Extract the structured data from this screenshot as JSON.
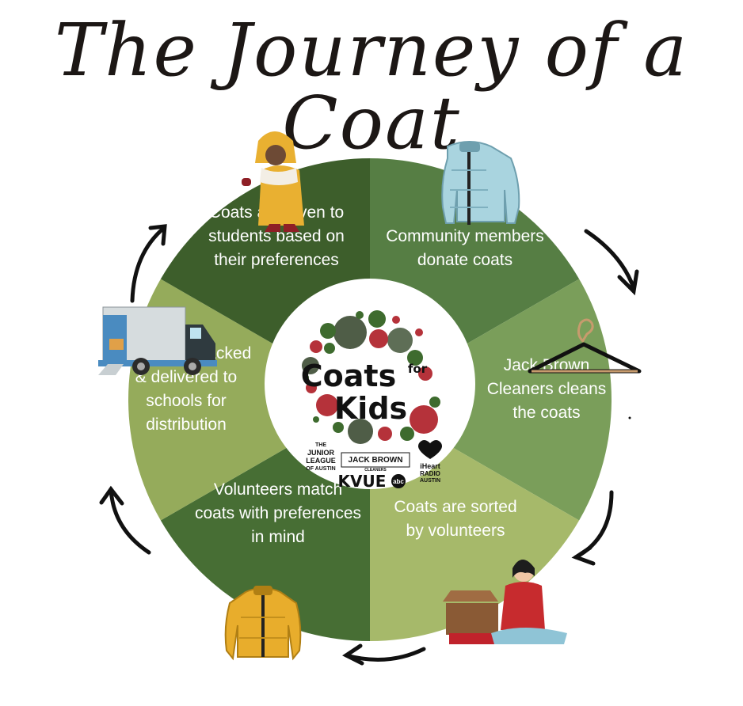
{
  "title": "The Journey of a Coat",
  "colors": {
    "dark_green": "#3d5e2b",
    "green": "#567e44",
    "mid_green": "#7a9e5a",
    "light_green": "#a6b96a",
    "olive_green": "#95ab5b",
    "deep_green": "#476e34",
    "arrow": "#111111"
  },
  "steps": [
    {
      "lines": [
        "Community members",
        "donate coats"
      ],
      "icon": "puffer-jacket-blue-icon"
    },
    {
      "lines": [
        "Jack Brown",
        "Cleaners cleans",
        "the coats"
      ],
      "icon": "coat-hanger-icon"
    },
    {
      "lines": [
        "Coats are sorted",
        "by volunteers"
      ],
      "icon": "volunteer-sorting-icon"
    },
    {
      "lines": [
        "Volunteers match",
        "coats with preferences",
        "in mind"
      ],
      "icon": "puffer-jacket-yellow-icon"
    },
    {
      "lines": [
        "Coats are packed",
        "& delivered to",
        "schools for",
        "distribution"
      ],
      "icon": "delivery-truck-icon"
    },
    {
      "lines": [
        "Coats are given to",
        "students based on",
        "their preferences"
      ],
      "icon": "child-in-coat-icon"
    }
  ],
  "center_logo": {
    "word1": "Coats",
    "word_for": "for",
    "word2": "Kids",
    "sponsors": {
      "junior_league": [
        "THE",
        "JUNIOR",
        "LEAGUE",
        "OF AUSTIN"
      ],
      "jack_brown": "JACK BROWN",
      "jack_brown_sub": "CLEANERS",
      "iheart": [
        "iHeart",
        "RADIO",
        "AUSTIN"
      ],
      "kvue": "KVUE",
      "abc": "abc"
    }
  }
}
